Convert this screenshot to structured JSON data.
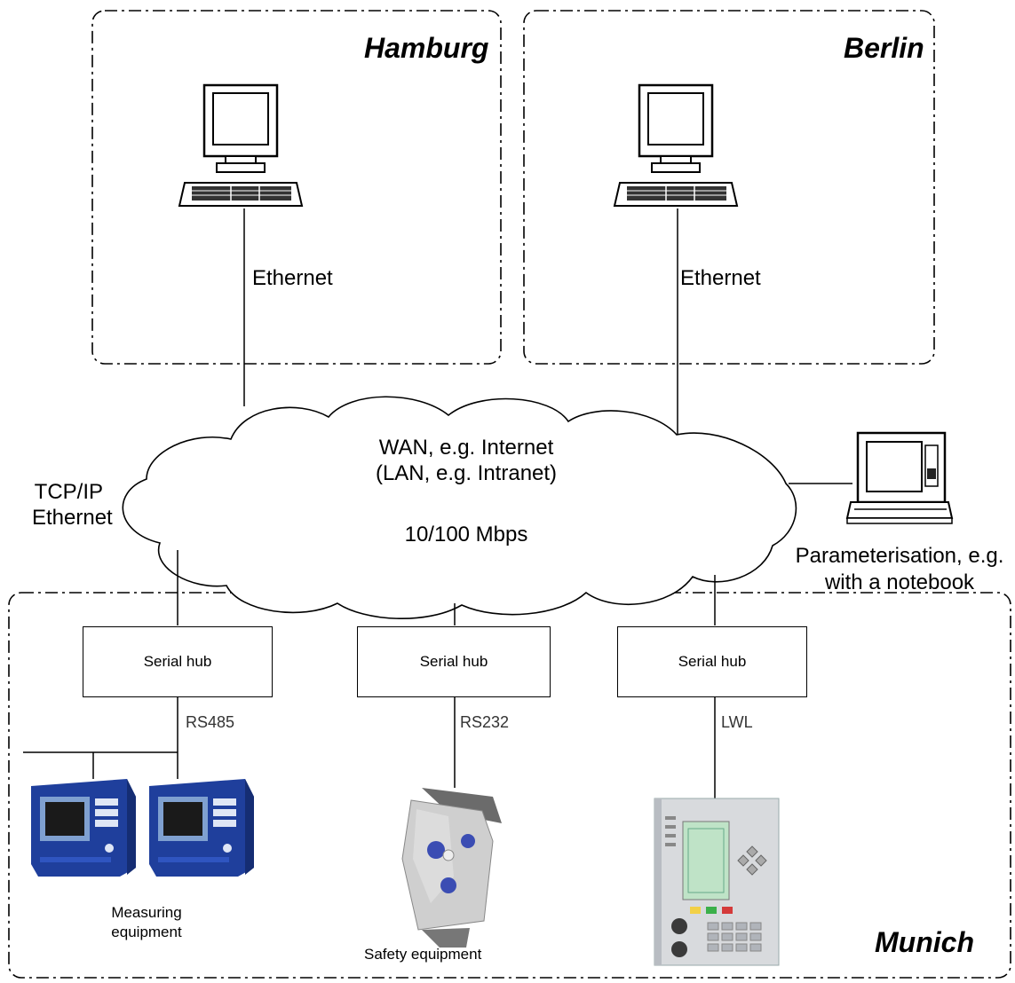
{
  "regions": {
    "hamburg": "Hamburg",
    "berlin": "Berlin",
    "munich": "Munich"
  },
  "connections": {
    "hamburg_link": "Ethernet",
    "berlin_link": "Ethernet",
    "tcpip_line1": "TCP/IP",
    "tcpip_line2": "Ethernet",
    "rs485": "RS485",
    "rs232": "RS232",
    "lwl": "LWL"
  },
  "cloud": {
    "line1": "WAN, e.g. Internet",
    "line2": "(LAN, e.g. Intranet)",
    "speed": "10/100 Mbps"
  },
  "notebook": {
    "line1": "Parameterisation, e.g.",
    "line2": "with a notebook"
  },
  "hubs": [
    "Serial hub",
    "Serial hub",
    "Serial hub"
  ],
  "devices": {
    "measuring_line1": "Measuring",
    "measuring_line2": "equipment",
    "safety": "Safety equipment"
  },
  "icons": {
    "workstation": "desktop-computer-icon",
    "notebook": "laptop-icon",
    "measuring": "measuring-device-icon",
    "safety": "camera-icon",
    "protection": "protection-relay-icon"
  },
  "colors": {
    "line": "#000000",
    "device_blue": "#1f3f9c",
    "screen": "#1a1a1a"
  }
}
